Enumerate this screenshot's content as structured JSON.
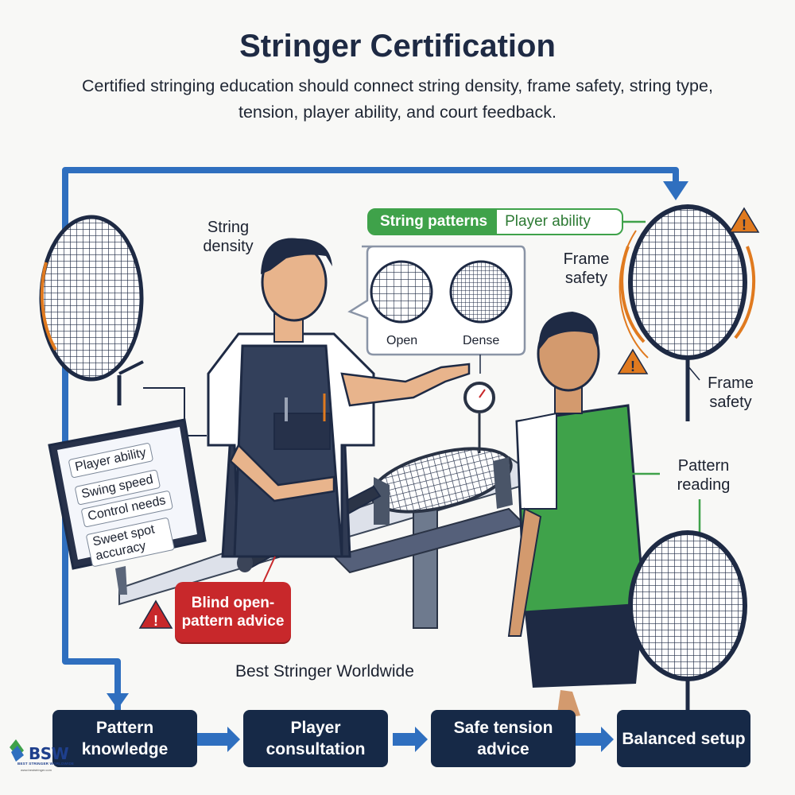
{
  "title": "Stringer Certification",
  "subtitle": "Certified stringing education should connect string density, frame safety, string type, tension, player ability, and court feedback.",
  "labels": {
    "string_density": "String density",
    "frame_safety_top": "Frame safety",
    "frame_safety_right": "Frame safety",
    "pattern_reading": "Pattern reading"
  },
  "callout": {
    "primary": "String patterns",
    "secondary": "Player ability",
    "open": "Open",
    "dense": "Dense"
  },
  "tablet_items": [
    "Player ability",
    "Swing speed",
    "Control needs",
    "Sweet spot accuracy"
  ],
  "warning_box": "Blind open-pattern advice",
  "brand_line": "Best Stringer Worldwide",
  "steps": [
    "Pattern knowledge",
    "Player consultation",
    "Safe tension advice",
    "Balanced setup"
  ],
  "logo": {
    "mark": "BSW",
    "tagline": "BEST STRINGER WORLDWIDE",
    "url": "www.beststringer.com"
  },
  "colors": {
    "flow_blue": "#2f6fbf",
    "navy": "#162947",
    "green": "#3fa24a",
    "orange": "#e07a1f",
    "warning_red": "#c8282b"
  }
}
